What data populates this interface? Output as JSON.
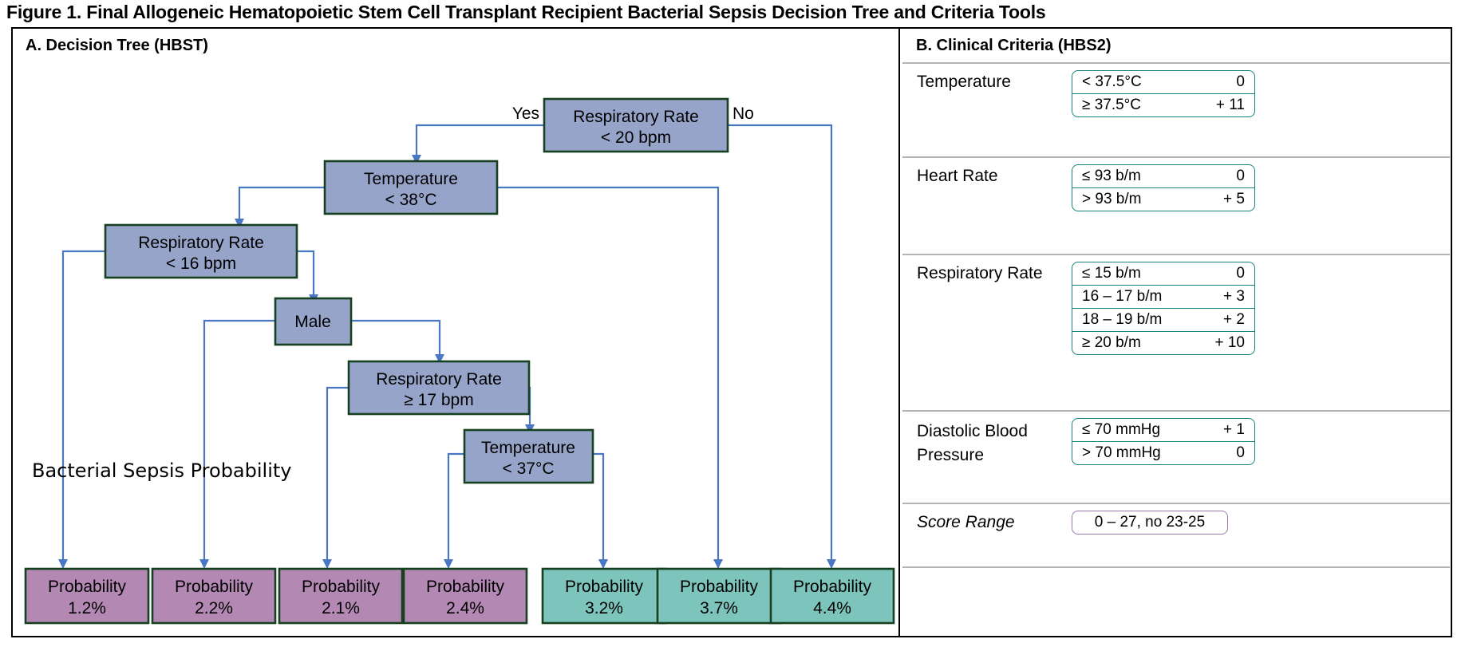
{
  "figure": {
    "title": "Figure 1. Final Allogeneic Hematopoietic Stem Cell Transplant Recipient Bacterial Sepsis Decision Tree and Criteria Tools"
  },
  "panel_a": {
    "heading": "A. Decision Tree (HBST)",
    "probability_caption": "Bacterial Sepsis Probability",
    "edge_labels": {
      "yes": "Yes",
      "no": "No"
    },
    "colors": {
      "node_fill": "#96a4c9",
      "node_stroke": "#16401f",
      "leaf_purple": "#b389b4",
      "leaf_teal": "#7dc4bc",
      "link": "#4a77c4"
    },
    "nodes": [
      {
        "id": "n1",
        "line1": "Respiratory Rate",
        "line2": "< 20 bpm"
      },
      {
        "id": "n2",
        "line1": "Temperature",
        "line2": "< 38°C"
      },
      {
        "id": "n3",
        "line1": "Respiratory Rate",
        "line2": "< 16 bpm"
      },
      {
        "id": "n4",
        "line1": "Male",
        "line2": ""
      },
      {
        "id": "n5",
        "line1": "Respiratory Rate",
        "line2": "≥ 17 bpm"
      },
      {
        "id": "n6",
        "line1": "Temperature",
        "line2": "< 37°C"
      }
    ],
    "leaves": [
      {
        "id": "l1",
        "label": "Probability",
        "value": "1.2%",
        "color": "purple"
      },
      {
        "id": "l2",
        "label": "Probability",
        "value": "2.2%",
        "color": "purple"
      },
      {
        "id": "l3",
        "label": "Probability",
        "value": "2.1%",
        "color": "purple"
      },
      {
        "id": "l4",
        "label": "Probability",
        "value": "2.4%",
        "color": "purple"
      },
      {
        "id": "l5",
        "label": "Probability",
        "value": "3.2%",
        "color": "teal"
      },
      {
        "id": "l6",
        "label": "Probability",
        "value": "3.7%",
        "color": "teal"
      },
      {
        "id": "l7",
        "label": "Probability",
        "value": "4.4%",
        "color": "teal"
      }
    ]
  },
  "panel_b": {
    "heading": "B. Clinical Criteria (HBS2)",
    "colors": {
      "criteria_border": "#17837c",
      "score_border": "#9d79ad"
    },
    "rows": [
      {
        "name": "Temperature",
        "italic": false,
        "lines": [
          {
            "label": "< 37.5°C",
            "score": "0"
          },
          {
            "label": "≥ 37.5°C",
            "score": "+ 11"
          }
        ]
      },
      {
        "name": "Heart Rate",
        "italic": false,
        "lines": [
          {
            "label": "≤ 93 b/m",
            "score": "0"
          },
          {
            "label": "> 93 b/m",
            "score": "+ 5"
          }
        ]
      },
      {
        "name": "Respiratory Rate",
        "italic": false,
        "lines": [
          {
            "label": "≤ 15 b/m",
            "score": "0"
          },
          {
            "label": "16 – 17 b/m",
            "score": "+ 3"
          },
          {
            "label": "18 – 19 b/m",
            "score": "+ 2"
          },
          {
            "label": "≥ 20 b/m",
            "score": "+ 10"
          }
        ]
      },
      {
        "name": "Diastolic Blood Pressure",
        "italic": false,
        "lines": [
          {
            "label": "≤ 70 mmHg",
            "score": "+ 1"
          },
          {
            "label": "> 70 mmHg",
            "score": "0"
          }
        ]
      },
      {
        "name": "Score Range",
        "italic": true,
        "score_style": true,
        "lines": [
          {
            "label": "0 – 27, no 23-25",
            "score": ""
          }
        ]
      }
    ]
  }
}
